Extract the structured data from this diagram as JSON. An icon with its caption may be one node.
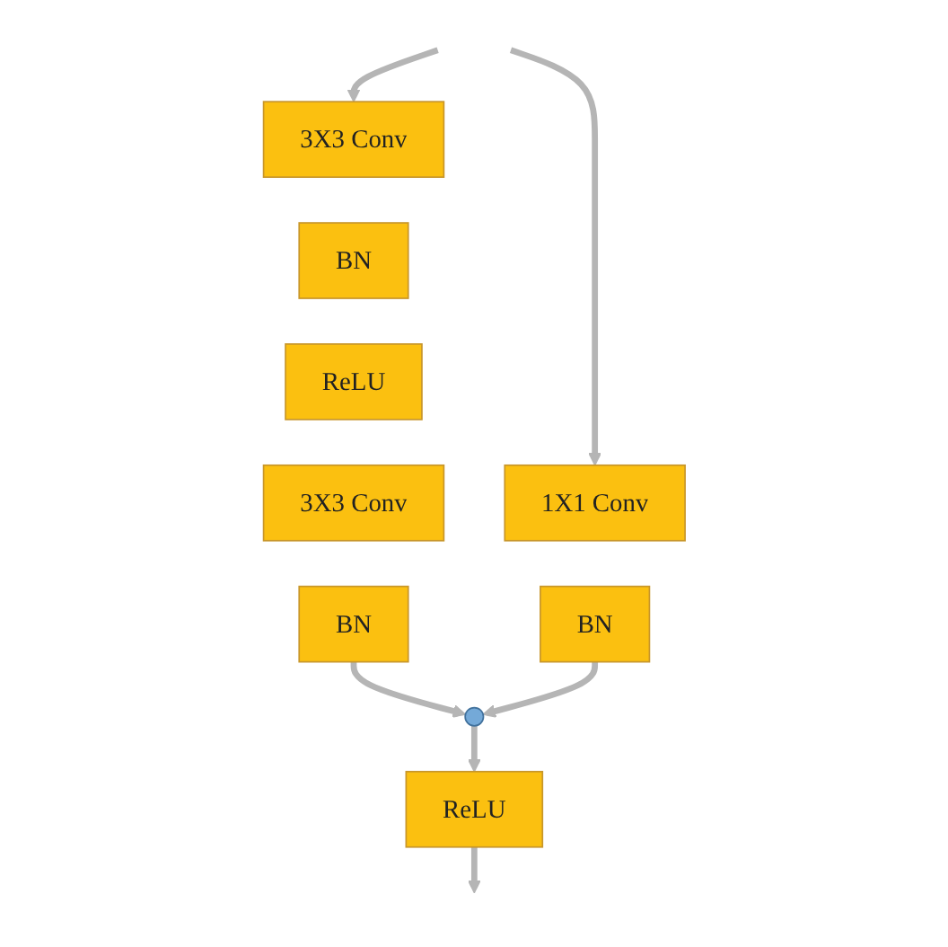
{
  "diagram": {
    "nodes": [
      {
        "text": [
          "3X3 Conv"
        ]
      },
      {
        "text": [
          "BN"
        ]
      },
      {
        "text": [
          "ReLU"
        ]
      },
      {
        "text": [
          "3X3 Conv"
        ]
      },
      {
        "text": [
          "BN"
        ]
      },
      {
        "text": [
          "1X1 Conv"
        ]
      },
      {
        "text": [
          "BN"
        ]
      },
      {
        "text": [],
        "shape": "circle"
      },
      {
        "text": [
          "ReLU"
        ]
      }
    ],
    "edges": [
      {
        "from": null,
        "to": 0,
        "arrow": "to"
      },
      {
        "from": null,
        "to": 5,
        "arrow": "to"
      },
      {
        "from": 4,
        "to": 7,
        "arrow": "to"
      },
      {
        "from": 6,
        "to": 7,
        "arrow": "to"
      },
      {
        "from": 7,
        "to": 8,
        "arrow": "to"
      },
      {
        "from": 8,
        "to": null,
        "arrow": "to"
      }
    ]
  }
}
